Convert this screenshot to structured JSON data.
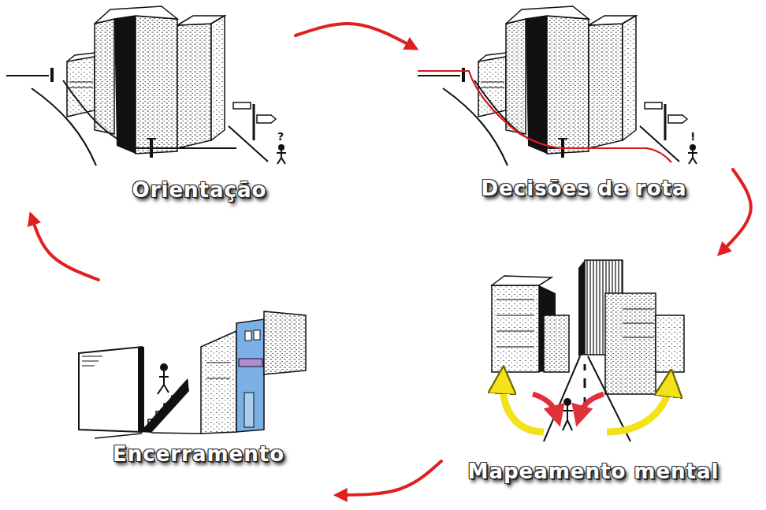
{
  "diagram": {
    "nodes": [
      {
        "text": [
          "Orientação"
        ]
      },
      {
        "text": [
          "Decisões de rota"
        ]
      },
      {
        "text": [
          "Mapeamento mental"
        ]
      },
      {
        "text": [
          "Encerramento"
        ]
      }
    ],
    "edges": [
      {
        "from": 0,
        "to": 1,
        "arrow": "to"
      },
      {
        "from": 1,
        "to": 2,
        "arrow": "to"
      },
      {
        "from": 2,
        "to": 3,
        "arrow": "to"
      },
      {
        "from": 3,
        "to": 0,
        "arrow": "to"
      }
    ],
    "labels": [
      "?",
      "!"
    ]
  }
}
